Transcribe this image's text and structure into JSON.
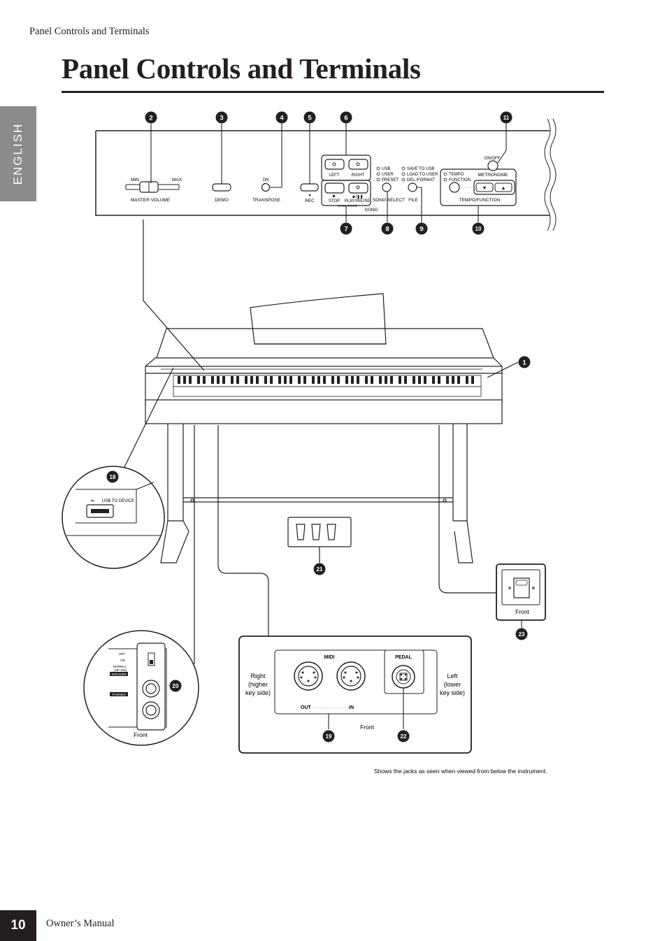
{
  "header": {
    "running_head": "Panel Controls and Terminals",
    "title": "Panel Controls and Terminals"
  },
  "language_tab": "ENGLISH",
  "panel": {
    "volume_min": "MIN",
    "volume_max": "MAX",
    "master_volume": "MASTER VOLUME",
    "demo": "DEMO",
    "transpose_on": "ON",
    "transpose": "TRANSPOSE",
    "rec": "REC",
    "left": "LEFT",
    "right": "RIGHT",
    "stop": "STOP",
    "play_pause": "PLAY/PAUSE",
    "sync_start": "SYNC START",
    "song": "SONG",
    "song_select_options": [
      "USB",
      "USER",
      "PRESET"
    ],
    "song_select": "SONG SELECT",
    "file_options": [
      "SAVE TO USB",
      "LOAD TO USER",
      "DEL./FORMAT"
    ],
    "file": "FILE",
    "tempo": "TEMPO",
    "function": "FUNCTION",
    "tempo_function": "TEMPO/FUNCTION",
    "metronome_on_off": "ON/OFF",
    "metronome": "METRONOME",
    "down_arrow": "▼",
    "up_arrow": "▲"
  },
  "callouts": [
    "1",
    "2",
    "3",
    "4",
    "5",
    "6",
    "7",
    "8",
    "9",
    "10",
    "11",
    "18",
    "19",
    "20",
    "21",
    "22",
    "23"
  ],
  "usb_detail": {
    "label": "USB TO DEVICE"
  },
  "speaker_detail": {
    "off": "OFF",
    "on": "ON",
    "normal": "NORMAL",
    "normal_sub": "(HP SW)",
    "speaker": "SPEAKER",
    "phones": "PHONES",
    "front": "Front"
  },
  "jacks_detail": {
    "midi": "MIDI",
    "pedal": "PEDAL",
    "out": "OUT",
    "in": "IN",
    "front": "Front",
    "right_side": [
      "Right",
      "(higher",
      "key side)"
    ],
    "left_side": [
      "Left",
      "(lower",
      "key side)"
    ]
  },
  "power_detail": {
    "front": "Front"
  },
  "caption": "Shows the jacks as seen when viewed from below the instrument.",
  "footer": {
    "page_number": "10",
    "manual": "Owner’s Manual"
  }
}
